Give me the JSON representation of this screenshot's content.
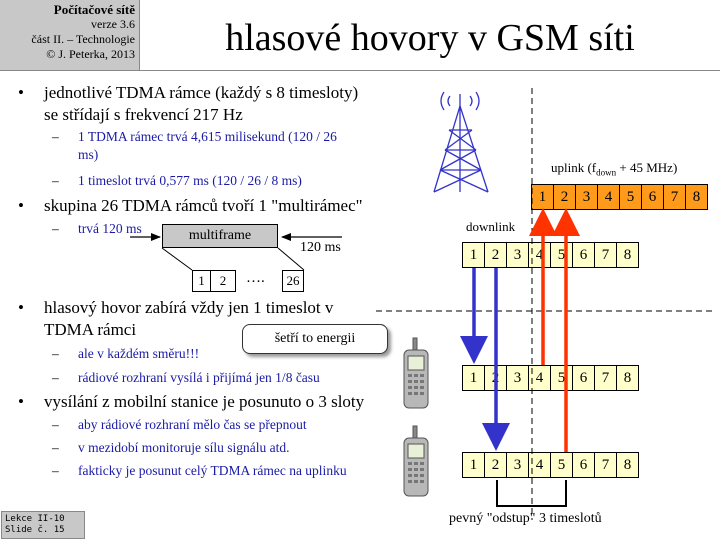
{
  "header": {
    "course": "Počítačové sítě",
    "version": "verze 3.6",
    "part": "část II. – Technologie",
    "copyright": "© J. Peterka, 2013"
  },
  "title": "hlasové hovory v GSM síti",
  "bullets": {
    "b1_line1": "jednotlivé TDMA rámce (každý s 8 timesloty)",
    "b1_line2": "se střídají s frekvencí 217 Hz",
    "b1_sub1_line1": "1 TDMA rámec trvá 4,615 milisekund (120 / 26",
    "b1_sub1_line2": "ms)",
    "b1_sub2": "1 timeslot trvá 0,577 ms (120 / 26 / 8 ms)",
    "b2": "skupina 26 TDMA rámců tvoří 1 \"multirámec\"",
    "b2_sub1": "trvá 120 ms",
    "b3_line1": "hlasový hovor zabírá vždy jen 1 timeslot v",
    "b3_line2": "TDMA rámci",
    "b3_sub1": "ale v každém směru!!!",
    "b3_sub2": "rádiové rozhraní vysílá i přijímá jen 1/8 času",
    "b4": "vysílání z mobilní stanice je posunuto o 3 sloty",
    "b4_sub1": "aby rádiové rozhraní mělo čas se přepnout",
    "b4_sub2": "v mezidobí monitoruje sílu signálu atd.",
    "b4_sub3": "fakticky je posunut celý TDMA rámec na uplinku"
  },
  "multiframe": {
    "label": "multiframe",
    "duration": "120 ms",
    "frames": [
      "1",
      "2",
      "26"
    ],
    "ellipsis": "…."
  },
  "callout": "šetří to energii",
  "diagram": {
    "uplink_prefix": "uplink (f",
    "uplink_sub": "down",
    "uplink_suffix": " + 45 MHz)",
    "downlink_label": "downlink",
    "slots": [
      "1",
      "2",
      "3",
      "4",
      "5",
      "6",
      "7",
      "8"
    ],
    "offset_label": "pevný \"odstup\" 3 timeslotů",
    "colors": {
      "downlink_arrow": "#3333cc",
      "uplink_arrow": "#ff3300",
      "uplink_cell": "#ff9a1a",
      "cell": "#ffffcc",
      "tower": "#3333cc"
    }
  },
  "footer": {
    "lecture": "Lekce II-10",
    "slide": "Slide č. 15"
  }
}
